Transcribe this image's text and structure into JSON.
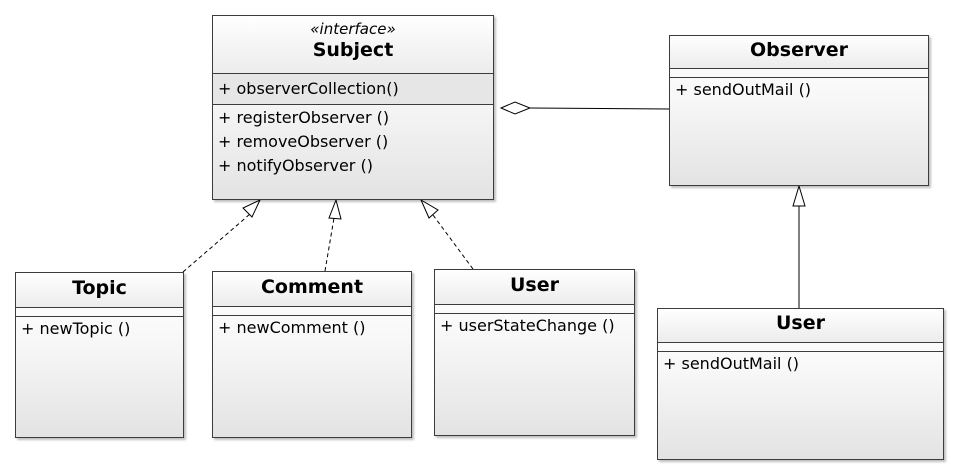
{
  "diagram": {
    "subject": {
      "stereotype": "«interface»",
      "name": "Subject",
      "attributes": [
        "+ observerCollection()"
      ],
      "operations": [
        "+ registerObserver ()",
        "+ removeObserver ()",
        "+ notifyObserver ()"
      ]
    },
    "observer": {
      "name": "Observer",
      "operations": [
        "+ sendOutMail ()"
      ]
    },
    "topic": {
      "name": "Topic",
      "operations": [
        "+ newTopic ()"
      ]
    },
    "comment": {
      "name": "Comment",
      "operations": [
        "+ newComment ()"
      ]
    },
    "user_subject": {
      "name": "User",
      "operations": [
        "+ userStateChange ()"
      ]
    },
    "user_observer": {
      "name": "User",
      "operations": [
        "+ sendOutMail ()"
      ]
    },
    "colors": {
      "border": "#3c3c3c",
      "box_gradient_top": "#ffffff",
      "box_gradient_bottom": "#e3e3e3",
      "line": "#000000"
    }
  }
}
